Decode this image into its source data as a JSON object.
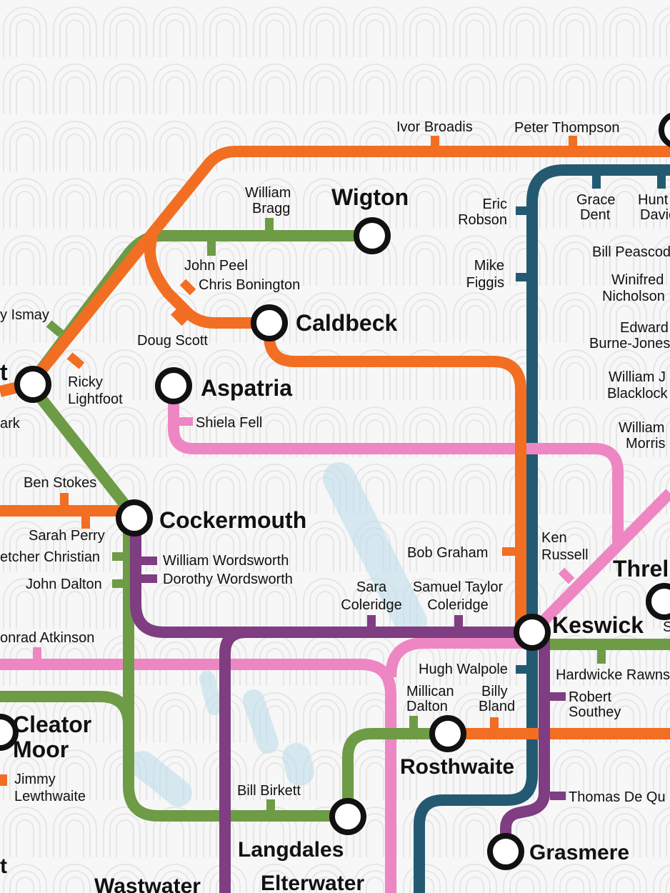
{
  "colors": {
    "orange": "#f26e22",
    "green": "#6e9b45",
    "pink": "#ee86c3",
    "purple": "#7f3d82",
    "teal": "#235a72",
    "lake": "#bcdcea",
    "background": "#f7f7f7"
  },
  "stations": {
    "wigton": "Wigton",
    "caldbeck": "Caldbeck",
    "aspatria": "Aspatria",
    "cockermouth": "Cockermouth",
    "keswick": "Keswick",
    "threlkeld_partial": "Threl",
    "cleator_moor_1": "Cleator",
    "cleator_moor_2": "Moor",
    "rosthwaite": "Rosthwaite",
    "grasmere": "Grasmere",
    "langdales": "Langdales",
    "elterwater": "Elterwater",
    "wastwater": "Wastwater",
    "left_partial": "t",
    "left_bottom_partial": "t"
  },
  "people": {
    "ivor_broadis": "Ivor Broadis",
    "peter_thompson": "Peter Thompson",
    "william_bragg_1": "William",
    "william_bragg_2": "Bragg",
    "eric_robson_1": "Eric",
    "eric_robson_2": "Robson",
    "grace_dent_1": "Grace",
    "grace_dent_2": "Dent",
    "hunter_davies_1": "Hunt",
    "hunter_davies_2": "Davie",
    "john_peel": "John Peel",
    "chris_bonington": "Chris Bonington",
    "doug_scott": "Doug Scott",
    "bill_peascod": "Bill Peascod",
    "winifred_1": "Winifred",
    "winifred_2": "Nicholson",
    "mike_figgis_1": "Mike",
    "mike_figgis_2": "Figgis",
    "edward_1": "Edward",
    "edward_2": "Burne-Jones",
    "ismay": "y Ismay",
    "ricky_1": "Ricky",
    "ricky_2": "Lightfoot",
    "william_j_1": "William J",
    "william_j_2": "Blacklock",
    "shiela_fell": "Shiela Fell",
    "william_morris_1": "William",
    "william_morris_2": "Morris",
    "ark": "ark",
    "ben_stokes": "Ben Stokes",
    "sarah_perry": "Sarah Perry",
    "fletcher_christian": "etcher Christian",
    "john_dalton": "John Dalton",
    "william_wordsworth": "William Wordsworth",
    "dorothy_wordsworth": "Dorothy Wordsworth",
    "bob_graham": "Bob Graham",
    "ken_russell_1": "Ken",
    "ken_russell_2": "Russell",
    "sara_coleridge_1": "Sara",
    "sara_coleridge_2": "Coleridge",
    "stc_1": "Samuel Taylor",
    "stc_2": "Coleridge",
    "conrad_atkinson": "onrad Atkinson",
    "hugh_walpole": "Hugh Walpole",
    "hardwicke": "Hardwicke Rawns",
    "millican_1": "Millican",
    "millican_2": "Dalton",
    "billy_bland_1": "Billy",
    "billy_bland_2": "Bland",
    "robert_southey_1": "Robert",
    "robert_southey_2": "Southey",
    "jimmy_1": "Jimmy",
    "jimmy_2": "Lewthwaite",
    "bill_birkett": "Bill Birkett",
    "thomas_de_quincey": "Thomas De Qu",
    "s_partial": "S"
  }
}
